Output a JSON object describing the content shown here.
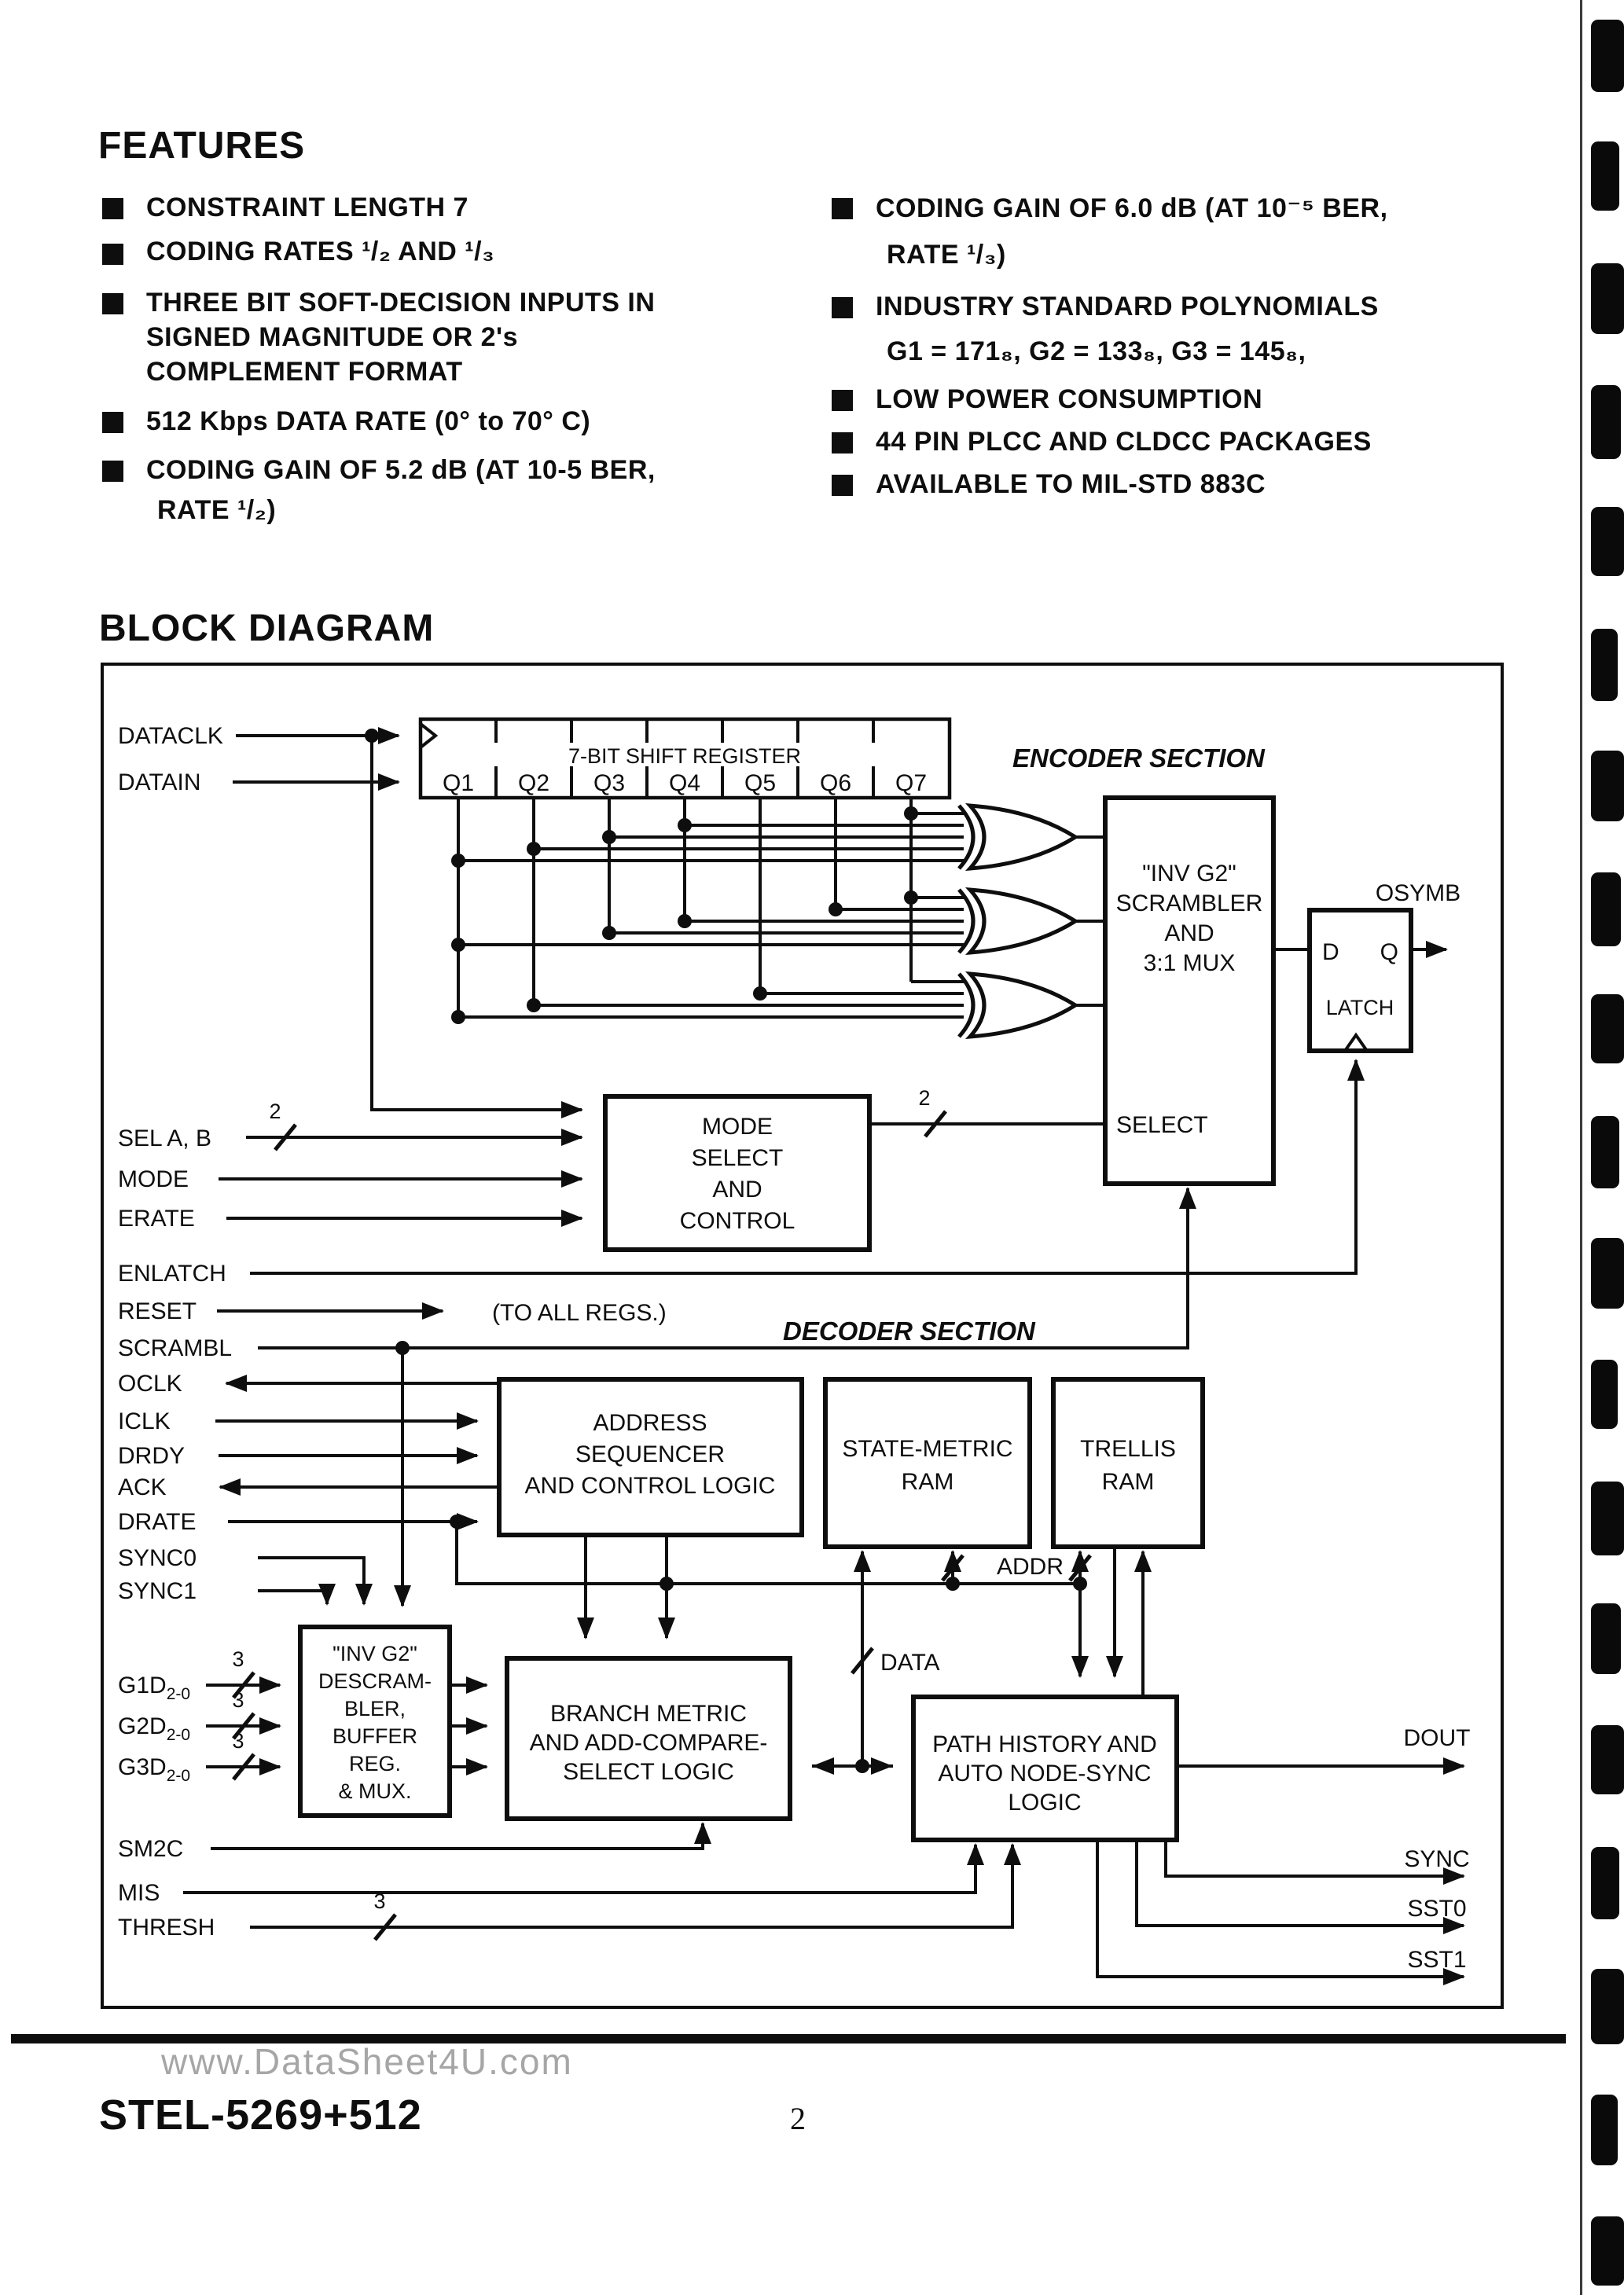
{
  "page": {
    "features_heading": "FEATURES",
    "block_heading": "BLOCK DIAGRAM"
  },
  "features": {
    "left": [
      {
        "bullet": true,
        "text": "CONSTRAINT LENGTH 7"
      },
      {
        "bullet": true,
        "text": "CODING RATES ¹/₂ AND ¹/₃"
      },
      {
        "bullet": true,
        "text": "THREE BIT SOFT-DECISION INPUTS IN"
      },
      {
        "bullet": false,
        "text": "SIGNED MAGNITUDE OR 2's"
      },
      {
        "bullet": false,
        "text": "COMPLEMENT FORMAT"
      },
      {
        "bullet": true,
        "text": "512 Kbps DATA RATE (0° to 70° C)"
      },
      {
        "bullet": true,
        "text": "CODING GAIN OF 5.2 dB (AT 10-5 BER,"
      },
      {
        "bullet": false,
        "text": "RATE ¹/₂)"
      }
    ],
    "right": [
      {
        "bullet": true,
        "text": "CODING GAIN OF 6.0 dB (AT 10⁻⁵ BER,"
      },
      {
        "bullet": false,
        "text": "RATE ¹/₃)"
      },
      {
        "bullet": true,
        "text": "INDUSTRY STANDARD POLYNOMIALS"
      },
      {
        "bullet": false,
        "text": "G1 = 171₈, G2 = 133₈, G3 = 145₈,"
      },
      {
        "bullet": true,
        "text": "LOW POWER CONSUMPTION"
      },
      {
        "bullet": true,
        "text": "44 PIN PLCC AND CLDCC PACKAGES"
      },
      {
        "bullet": true,
        "text": "AVAILABLE TO MIL-STD 883C"
      }
    ]
  },
  "diagram": {
    "sections": {
      "encoder": "ENCODER SECTION",
      "decoder": "DECODER SECTION"
    },
    "register": {
      "title": "7-BIT SHIFT REGISTER",
      "cells": [
        "Q1",
        "Q2",
        "Q3",
        "Q4",
        "Q5",
        "Q6",
        "Q7"
      ]
    },
    "signals": {
      "dataclk": "DATACLK",
      "datain": "DATAIN",
      "sel_ab": "SEL A, B",
      "mode": "MODE",
      "erate": "ERATE",
      "enlatch": "ENLATCH",
      "reset": "RESET",
      "to_all_regs": "(TO ALL REGS.)",
      "scrambl": "SCRAMBL",
      "oclk": "OCLK",
      "iclk": "ICLK",
      "drdy": "DRDY",
      "ack": "ACK",
      "drate": "DRATE",
      "sync0": "SYNC0",
      "sync1": "SYNC1",
      "g1d": "G1D",
      "g2d": "G2D",
      "g3d": "G3D",
      "gsub": "2-0",
      "sm2c": "SM2C",
      "mis": "MIS",
      "thresh": "THRESH"
    },
    "outputs": {
      "osymb": "OSYMB",
      "dout": "DOUT",
      "sync": "SYNC",
      "sst0": "SST0",
      "sst1": "SST1"
    },
    "bus": {
      "w2": "2",
      "w3": "3",
      "addr": "ADDR",
      "data": "DATA"
    },
    "boxes": {
      "mode": [
        "MODE",
        "SELECT",
        "AND",
        "CONTROL"
      ],
      "scrambler": [
        "\"INV G2\"",
        "SCRAMBLER",
        "AND",
        "3:1 MUX"
      ],
      "scrambler_select": "SELECT",
      "latch": {
        "d": "D",
        "q": "Q",
        "name": "LATCH"
      },
      "addr_seq": [
        "ADDRESS",
        "SEQUENCER",
        "AND CONTROL LOGIC"
      ],
      "state_ram": [
        "STATE-METRIC",
        "RAM"
      ],
      "trellis_ram": [
        "TRELLIS",
        "RAM"
      ],
      "descrambler": [
        "\"INV G2\"",
        "DESCRAM-",
        "BLER,",
        "BUFFER",
        "REG.",
        "& MUX."
      ],
      "branch": [
        "BRANCH METRIC",
        "AND ADD-COMPARE-",
        "SELECT LOGIC"
      ],
      "path": [
        "PATH HISTORY AND",
        "AUTO NODE-SYNC",
        "LOGIC"
      ]
    }
  },
  "footer": {
    "part": "STEL-5269+512",
    "page": "2",
    "watermark": "www.DataSheet4U.com"
  }
}
